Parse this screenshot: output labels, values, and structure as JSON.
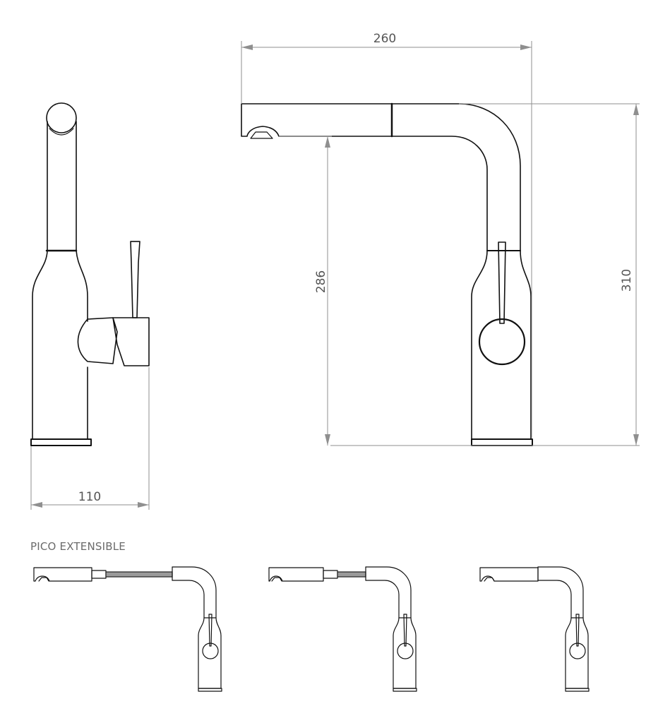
{
  "dimensions": {
    "width_front": "260",
    "height_spout": "286",
    "height_total": "310",
    "depth_side": "110"
  },
  "caption": "PICO EXTENSIBLE",
  "colors": {
    "line": "#111111",
    "dimension_line": "#8f8f8f",
    "text": "#555555"
  }
}
